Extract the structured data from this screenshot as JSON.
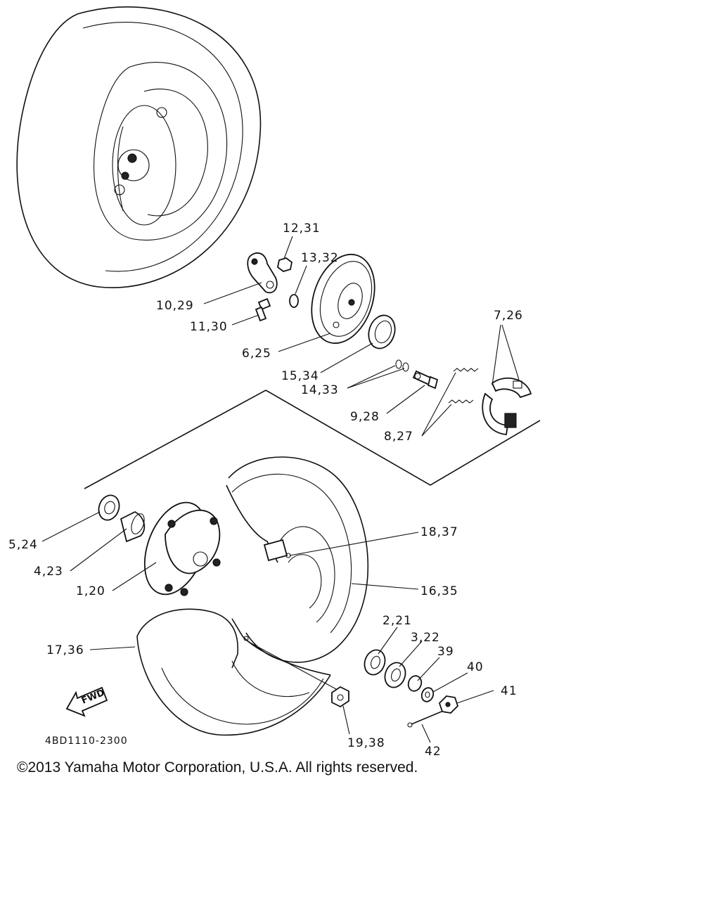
{
  "diagram": {
    "callouts": [
      {
        "id": "12-31",
        "text": "12,31"
      },
      {
        "id": "13-32",
        "text": "13,32"
      },
      {
        "id": "10-29",
        "text": "10,29"
      },
      {
        "id": "11-30",
        "text": "11,30"
      },
      {
        "id": "6-25",
        "text": "6,25"
      },
      {
        "id": "7-26",
        "text": "7,26"
      },
      {
        "id": "15-34",
        "text": "15,34"
      },
      {
        "id": "14-33",
        "text": "14,33"
      },
      {
        "id": "9-28",
        "text": "9,28"
      },
      {
        "id": "8-27",
        "text": "8,27"
      },
      {
        "id": "5-24",
        "text": "5,24"
      },
      {
        "id": "4-23",
        "text": "4,23"
      },
      {
        "id": "1-20",
        "text": "1,20"
      },
      {
        "id": "18-37",
        "text": "18,37"
      },
      {
        "id": "16-35",
        "text": "16,35"
      },
      {
        "id": "2-21",
        "text": "2,21"
      },
      {
        "id": "3-22",
        "text": "3,22"
      },
      {
        "id": "39",
        "text": "39"
      },
      {
        "id": "40",
        "text": "40"
      },
      {
        "id": "41",
        "text": "41"
      },
      {
        "id": "17-36",
        "text": "17,36"
      },
      {
        "id": "19-38",
        "text": "19,38"
      },
      {
        "id": "42",
        "text": "42"
      }
    ],
    "fwd_label": "FWD",
    "drawing_code": "4BD1110-2300"
  },
  "copyright": "©2013 Yamaha Motor Corporation, U.S.A. All rights reserved."
}
